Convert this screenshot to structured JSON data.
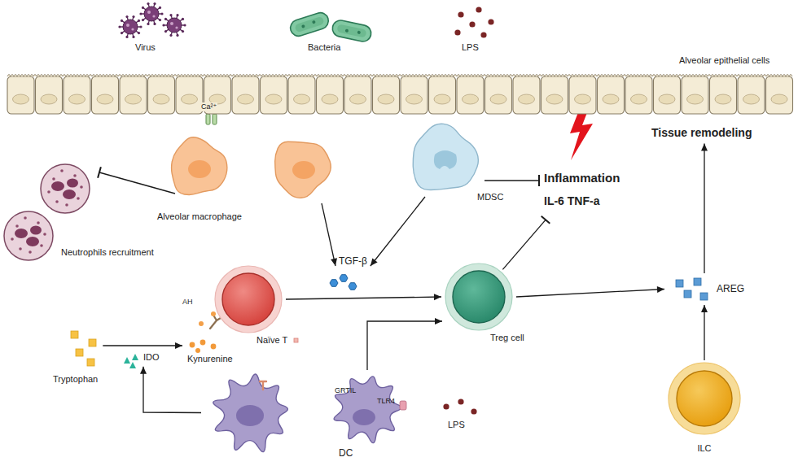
{
  "diagram": {
    "nodes": [
      {
        "text": [
          "Alveolar epithelial cells"
        ]
      },
      {
        "text": [
          "Alveolar macrophage"
        ]
      },
      {
        "text": [
          "Neutrophils recruitment"
        ]
      },
      {
        "text": [
          "MDSC"
        ]
      },
      {
        "text": [
          "Inflammation",
          "IL-6 TNF-a"
        ]
      },
      {
        "text": [
          "Tissue remodeling"
        ]
      },
      {
        "text": [
          "TGF-β"
        ]
      },
      {
        "text": [
          "Naïve T"
        ]
      },
      {
        "text": [
          "Treg cell"
        ]
      },
      {
        "text": [
          "AREG"
        ]
      },
      {
        "text": [
          "ILC"
        ]
      },
      {
        "text": [
          "DC"
        ]
      },
      {
        "text": [
          "GRTIL",
          "TLR4"
        ]
      },
      {
        "text": [
          "Tryptophan"
        ]
      },
      {
        "text": [
          "IDO"
        ]
      },
      {
        "text": [
          "Kynurenine"
        ]
      }
    ],
    "edges": [
      {
        "from": 1,
        "to": 2,
        "arrow": "to"
      },
      {
        "from": 1,
        "to": 6,
        "arrow": "to"
      },
      {
        "from": 3,
        "to": 6,
        "arrow": "to"
      },
      {
        "from": 3,
        "to": 4,
        "arrow": "to"
      },
      {
        "from": 7,
        "to": 8,
        "arrow": "to"
      },
      {
        "from": 12,
        "to": 8,
        "arrow": "to"
      },
      {
        "from": 8,
        "to": 4,
        "arrow": "to"
      },
      {
        "from": 8,
        "to": 9,
        "arrow": "to"
      },
      {
        "from": 10,
        "to": 9,
        "arrow": "to"
      },
      {
        "from": 9,
        "to": 5,
        "arrow": "to"
      },
      {
        "from": 11,
        "to": 14,
        "arrow": "to"
      },
      {
        "from": 13,
        "to": 15,
        "arrow": "to"
      }
    ],
    "labels": [
      "Virus",
      "Bacteria",
      "LPS",
      "Ca²⁺",
      "AH",
      "LPS"
    ]
  }
}
